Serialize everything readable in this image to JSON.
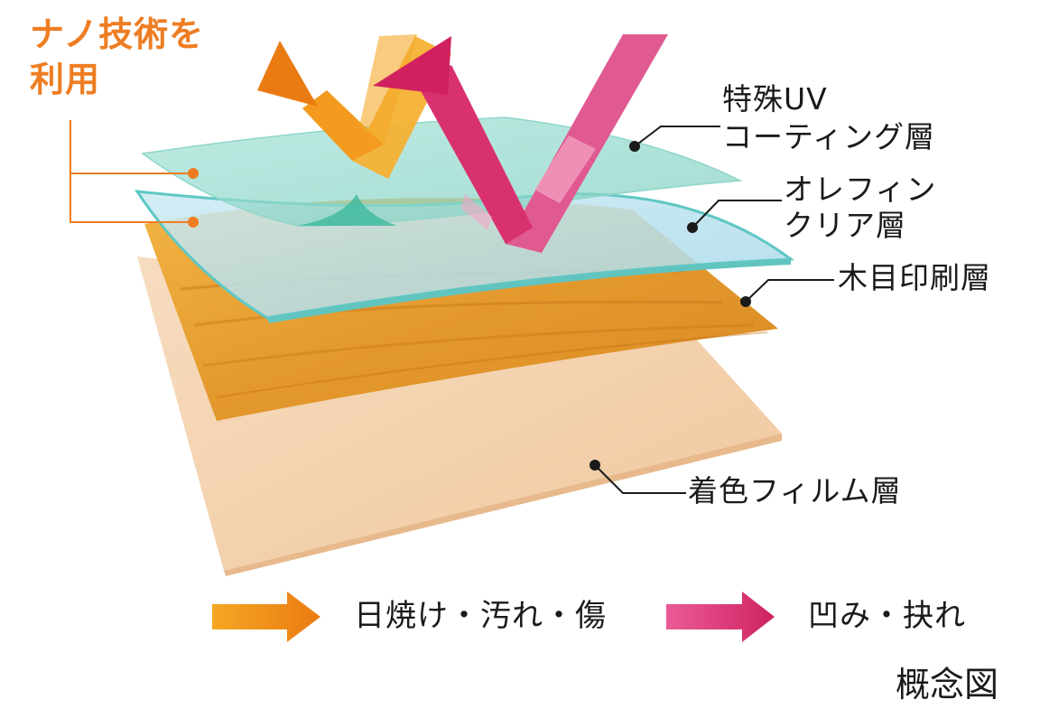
{
  "nano_label": {
    "line1": "ナノ技術を",
    "line2": "利用"
  },
  "layers": {
    "uv_coating": {
      "line1": "特殊UV",
      "line2": "コーティング層"
    },
    "olefin_clear": {
      "line1": "オレフィン",
      "line2": "クリア層"
    },
    "wood_print": "木目印刷層",
    "colored_film": "着色フィルム層"
  },
  "legend": {
    "orange": {
      "text": "日焼け・汚れ・傷",
      "color": "#f08a1a"
    },
    "pink": {
      "text": "凹み・抉れ",
      "color": "#e23d7d"
    }
  },
  "caption": "概念図",
  "colors": {
    "accent_orange": "#ee7d22",
    "uv_teal": "#8fd6c9",
    "clear_blue": "#b7e1f0",
    "wood": "#e29a2b",
    "film": "#f4d2ad"
  }
}
